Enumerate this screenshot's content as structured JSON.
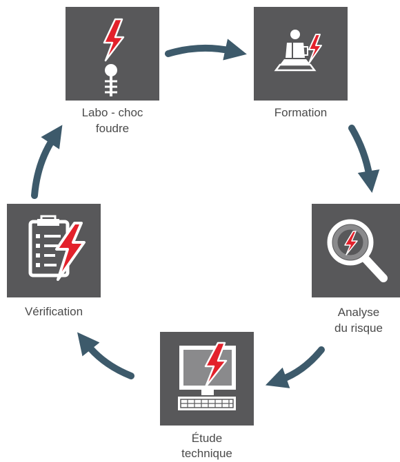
{
  "colors": {
    "tile": "#58585a",
    "arrow": "#3d5a6b",
    "bolt": "#e3212b",
    "icon": "#ffffff",
    "text": "#4a4a4a"
  },
  "steps": [
    {
      "label_lines": [
        "Labo - choc",
        "foudre"
      ],
      "icon": "lightning-rod-icon"
    },
    {
      "label_lines": [
        "Formation"
      ],
      "icon": "trainer-presentation-icon"
    },
    {
      "label_lines": [
        "Analyse",
        "du risque"
      ],
      "icon": "magnifier-lightning-icon"
    },
    {
      "label_lines": [
        "Étude",
        "technique"
      ],
      "icon": "computer-lightning-icon"
    },
    {
      "label_lines": [
        "Vérification"
      ],
      "icon": "checklist-clipboard-icon"
    }
  ]
}
